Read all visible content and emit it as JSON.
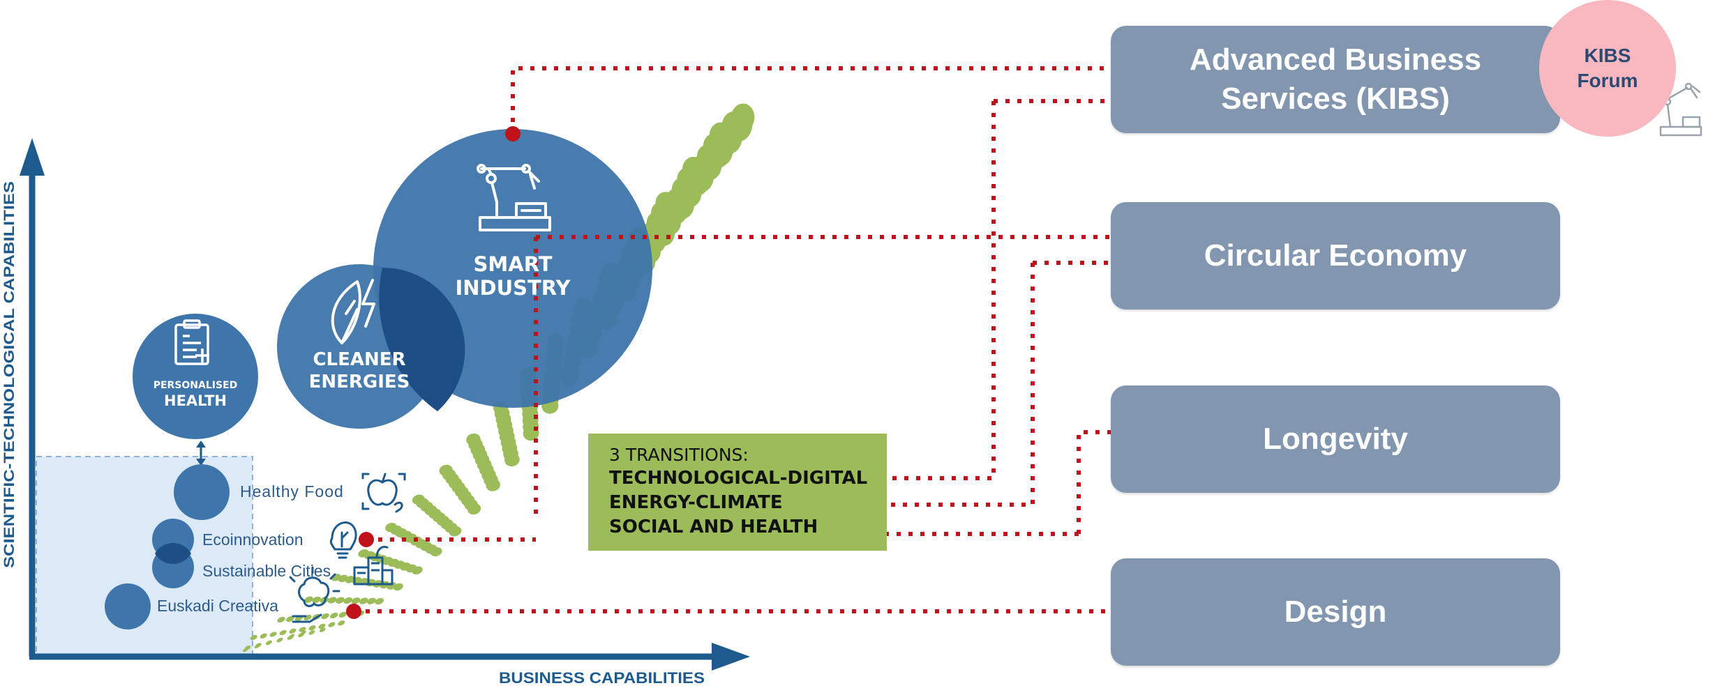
{
  "axes": {
    "y_label": "SCIENTIFIC-TECHNOLOGICAL CAPABILITIES",
    "x_label": "BUSINESS CAPABILITIES"
  },
  "circles": {
    "smart_industry": [
      "SMART",
      "INDUSTRY"
    ],
    "cleaner_energies": [
      "CLEANER",
      "ENERGIES"
    ],
    "personalised_health": [
      "PERSONALISED",
      "HEALTH"
    ]
  },
  "small_items": {
    "healthy_food": "Healthy Food",
    "ecoinnovation": "Ecoinnovation",
    "sustainable_cities": "Sustainable Cities",
    "euskadi_creativa": "Euskadi Creativa"
  },
  "transitions": {
    "title": "3 TRANSITIONS:",
    "items": [
      "TECHNOLOGICAL-DIGITAL",
      "ENERGY-CLIMATE",
      "SOCIAL AND HEALTH"
    ]
  },
  "boxes": {
    "kibs": [
      "Advanced Business",
      "Services (KIBS)"
    ],
    "circular": "Circular Economy",
    "longevity": "Longevity",
    "design": "Design"
  },
  "kibs_forum": [
    "KIBS",
    "Forum"
  ],
  "colors": {
    "axis": "#1d5a8e",
    "circle": "#3e75aa",
    "overlap": "#1d4f86",
    "dots_green": "#9cbc5a",
    "connector_red": "#c0121b",
    "box": "#8296b0",
    "forum_pink": "#f9b8bf",
    "region_blue": "#dbeaf6"
  }
}
